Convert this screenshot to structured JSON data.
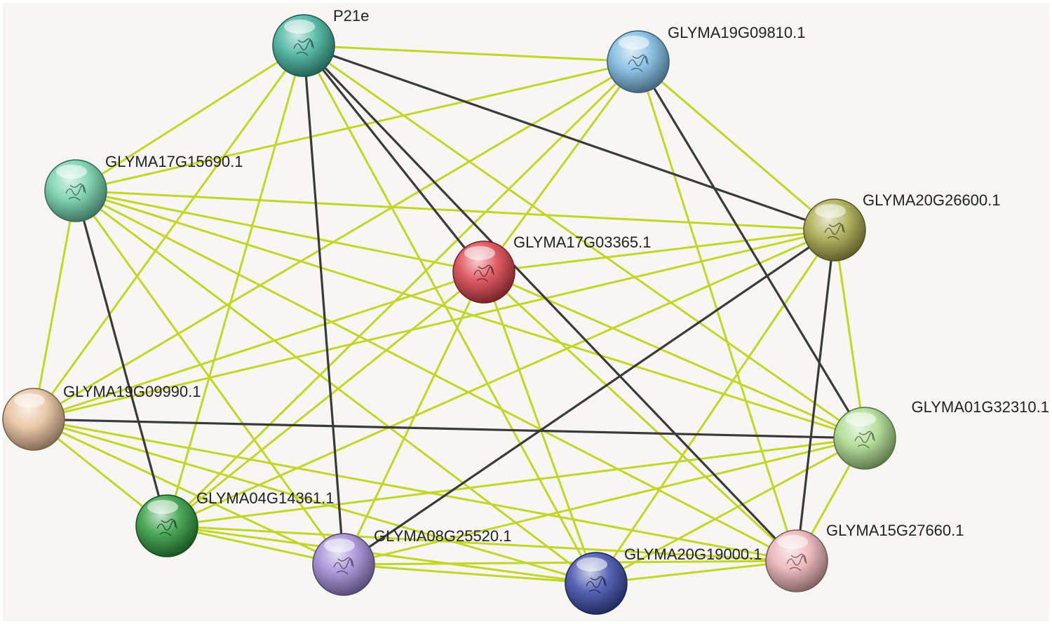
{
  "network": {
    "nodes": [
      {
        "id": "P21e",
        "label": "P21e",
        "color": "#3fb09a"
      },
      {
        "id": "GLYMA19G09810.1",
        "label": "GLYMA19G09810.1",
        "color": "#7ab8e0"
      },
      {
        "id": "GLYMA17G15690.1",
        "label": "GLYMA17G15690.1",
        "color": "#6fcfa8"
      },
      {
        "id": "GLYMA20G26600.1",
        "label": "GLYMA20G26600.1",
        "color": "#a8a84a"
      },
      {
        "id": "GLYMA17G03365.1",
        "label": "GLYMA17G03365.1",
        "color": "#d9404a"
      },
      {
        "id": "GLYMA19G09990.1",
        "label": "GLYMA19G09990.1",
        "color": "#e8c09a"
      },
      {
        "id": "GLYMA01G32310.1",
        "label": "GLYMA01G32310.1",
        "color": "#a9d98a"
      },
      {
        "id": "GLYMA04G14361.1",
        "label": "GLYMA04G14361.1",
        "color": "#2e9a3e"
      },
      {
        "id": "GLYMA08G25520.1",
        "label": "GLYMA08G25520.1",
        "color": "#9e87d4"
      },
      {
        "id": "GLYMA20G19000.1",
        "label": "GLYMA20G19000.1",
        "color": "#3a4aa8"
      },
      {
        "id": "GLYMA15G27660.1",
        "label": "GLYMA15G27660.1",
        "color": "#eab0b4"
      }
    ],
    "edge_colors": {
      "text_mining": "#c2d62a",
      "coexpression": "#3a3a3a"
    },
    "edges": [
      {
        "source": "P21e",
        "target": "GLYMA19G09810.1",
        "type": "text_mining"
      },
      {
        "source": "P21e",
        "target": "GLYMA17G15690.1",
        "type": "text_mining"
      },
      {
        "source": "P21e",
        "target": "GLYMA20G26600.1",
        "type": "coexpression"
      },
      {
        "source": "P21e",
        "target": "GLYMA17G03365.1",
        "type": "coexpression"
      },
      {
        "source": "P21e",
        "target": "GLYMA19G09990.1",
        "type": "text_mining"
      },
      {
        "source": "P21e",
        "target": "GLYMA01G32310.1",
        "type": "text_mining"
      },
      {
        "source": "P21e",
        "target": "GLYMA04G14361.1",
        "type": "text_mining"
      },
      {
        "source": "P21e",
        "target": "GLYMA08G25520.1",
        "type": "coexpression"
      },
      {
        "source": "P21e",
        "target": "GLYMA20G19000.1",
        "type": "text_mining"
      },
      {
        "source": "P21e",
        "target": "GLYMA15G27660.1",
        "type": "coexpression"
      },
      {
        "source": "GLYMA19G09810.1",
        "target": "GLYMA17G15690.1",
        "type": "text_mining"
      },
      {
        "source": "GLYMA19G09810.1",
        "target": "GLYMA20G26600.1",
        "type": "text_mining"
      },
      {
        "source": "GLYMA19G09810.1",
        "target": "GLYMA17G03365.1",
        "type": "text_mining"
      },
      {
        "source": "GLYMA19G09810.1",
        "target": "GLYMA19G09990.1",
        "type": "text_mining"
      },
      {
        "source": "GLYMA19G09810.1",
        "target": "GLYMA01G32310.1",
        "type": "coexpression"
      },
      {
        "source": "GLYMA19G09810.1",
        "target": "GLYMA04G14361.1",
        "type": "text_mining"
      },
      {
        "source": "GLYMA19G09810.1",
        "target": "GLYMA15G27660.1",
        "type": "text_mining"
      },
      {
        "source": "GLYMA17G15690.1",
        "target": "GLYMA20G26600.1",
        "type": "text_mining"
      },
      {
        "source": "GLYMA17G15690.1",
        "target": "GLYMA17G03365.1",
        "type": "text_mining"
      },
      {
        "source": "GLYMA17G15690.1",
        "target": "GLYMA19G09990.1",
        "type": "text_mining"
      },
      {
        "source": "GLYMA17G15690.1",
        "target": "GLYMA01G32310.1",
        "type": "text_mining"
      },
      {
        "source": "GLYMA17G15690.1",
        "target": "GLYMA04G14361.1",
        "type": "coexpression"
      },
      {
        "source": "GLYMA17G15690.1",
        "target": "GLYMA08G25520.1",
        "type": "text_mining"
      },
      {
        "source": "GLYMA17G15690.1",
        "target": "GLYMA20G19000.1",
        "type": "text_mining"
      },
      {
        "source": "GLYMA17G15690.1",
        "target": "GLYMA15G27660.1",
        "type": "text_mining"
      },
      {
        "source": "GLYMA20G26600.1",
        "target": "GLYMA17G03365.1",
        "type": "text_mining"
      },
      {
        "source": "GLYMA20G26600.1",
        "target": "GLYMA19G09990.1",
        "type": "text_mining"
      },
      {
        "source": "GLYMA20G26600.1",
        "target": "GLYMA01G32310.1",
        "type": "text_mining"
      },
      {
        "source": "GLYMA20G26600.1",
        "target": "GLYMA04G14361.1",
        "type": "text_mining"
      },
      {
        "source": "GLYMA20G26600.1",
        "target": "GLYMA08G25520.1",
        "type": "coexpression"
      },
      {
        "source": "GLYMA20G26600.1",
        "target": "GLYMA20G19000.1",
        "type": "text_mining"
      },
      {
        "source": "GLYMA20G26600.1",
        "target": "GLYMA15G27660.1",
        "type": "coexpression"
      },
      {
        "source": "GLYMA17G03365.1",
        "target": "GLYMA19G09990.1",
        "type": "text_mining"
      },
      {
        "source": "GLYMA17G03365.1",
        "target": "GLYMA01G32310.1",
        "type": "text_mining"
      },
      {
        "source": "GLYMA17G03365.1",
        "target": "GLYMA04G14361.1",
        "type": "text_mining"
      },
      {
        "source": "GLYMA17G03365.1",
        "target": "GLYMA08G25520.1",
        "type": "text_mining"
      },
      {
        "source": "GLYMA17G03365.1",
        "target": "GLYMA20G19000.1",
        "type": "text_mining"
      },
      {
        "source": "GLYMA17G03365.1",
        "target": "GLYMA15G27660.1",
        "type": "text_mining"
      },
      {
        "source": "GLYMA19G09990.1",
        "target": "GLYMA01G32310.1",
        "type": "coexpression"
      },
      {
        "source": "GLYMA19G09990.1",
        "target": "GLYMA04G14361.1",
        "type": "text_mining"
      },
      {
        "source": "GLYMA19G09990.1",
        "target": "GLYMA08G25520.1",
        "type": "text_mining"
      },
      {
        "source": "GLYMA19G09990.1",
        "target": "GLYMA20G19000.1",
        "type": "text_mining"
      },
      {
        "source": "GLYMA19G09990.1",
        "target": "GLYMA15G27660.1",
        "type": "text_mining"
      },
      {
        "source": "GLYMA01G32310.1",
        "target": "GLYMA04G14361.1",
        "type": "text_mining"
      },
      {
        "source": "GLYMA01G32310.1",
        "target": "GLYMA08G25520.1",
        "type": "text_mining"
      },
      {
        "source": "GLYMA01G32310.1",
        "target": "GLYMA20G19000.1",
        "type": "text_mining"
      },
      {
        "source": "GLYMA01G32310.1",
        "target": "GLYMA15G27660.1",
        "type": "text_mining"
      },
      {
        "source": "GLYMA04G14361.1",
        "target": "GLYMA08G25520.1",
        "type": "text_mining"
      },
      {
        "source": "GLYMA04G14361.1",
        "target": "GLYMA20G19000.1",
        "type": "text_mining"
      },
      {
        "source": "GLYMA04G14361.1",
        "target": "GLYMA15G27660.1",
        "type": "text_mining"
      },
      {
        "source": "GLYMA08G25520.1",
        "target": "GLYMA20G19000.1",
        "type": "text_mining"
      },
      {
        "source": "GLYMA08G25520.1",
        "target": "GLYMA15G27660.1",
        "type": "text_mining"
      },
      {
        "source": "GLYMA20G19000.1",
        "target": "GLYMA15G27660.1",
        "type": "text_mining"
      }
    ]
  }
}
